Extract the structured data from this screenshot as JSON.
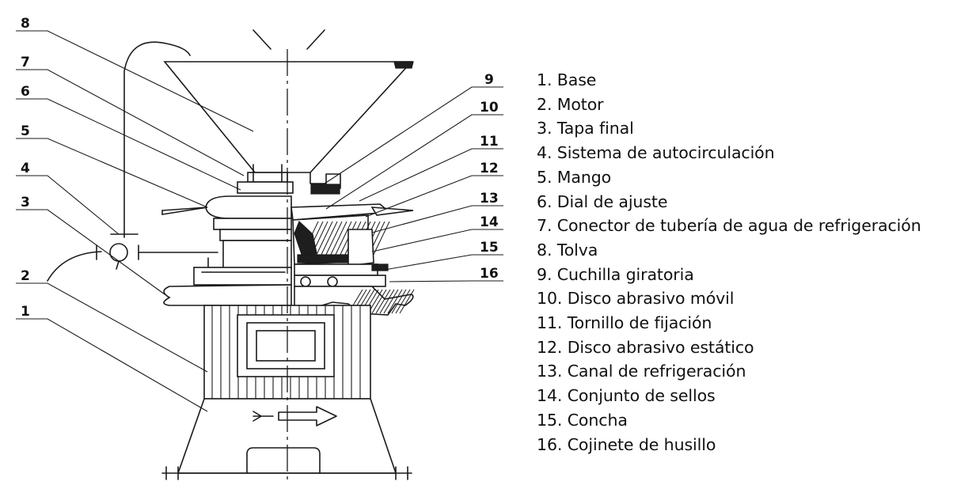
{
  "callouts": [
    {
      "num": "8"
    },
    {
      "num": "7"
    },
    {
      "num": "6"
    },
    {
      "num": "5"
    },
    {
      "num": "4"
    },
    {
      "num": "3"
    },
    {
      "num": "2"
    },
    {
      "num": "1"
    },
    {
      "num": "9"
    },
    {
      "num": "10"
    },
    {
      "num": "11"
    },
    {
      "num": "12"
    },
    {
      "num": "13"
    },
    {
      "num": "14"
    },
    {
      "num": "15"
    },
    {
      "num": "16"
    }
  ],
  "legend": [
    {
      "text": "1. Base"
    },
    {
      "text": "2. Motor"
    },
    {
      "text": "3. Tapa final"
    },
    {
      "text": "4. Sistema de autocirculación"
    },
    {
      "text": "5. Mango"
    },
    {
      "text": "6. Dial de ajuste"
    },
    {
      "text": "7. Conector de tubería de agua de refrigeración"
    },
    {
      "text": "8. Tolva"
    },
    {
      "text": "9. Cuchilla giratoria"
    },
    {
      "text": "10. Disco abrasivo móvil"
    },
    {
      "text": "11. Tornillo de fijación"
    },
    {
      "text": "12. Disco abrasivo estático"
    },
    {
      "text": "13. Canal de refrigeración"
    },
    {
      "text": "14. Conjunto de sellos"
    },
    {
      "text": "15. Concha"
    },
    {
      "text": "16. Cojinete de husillo"
    }
  ]
}
